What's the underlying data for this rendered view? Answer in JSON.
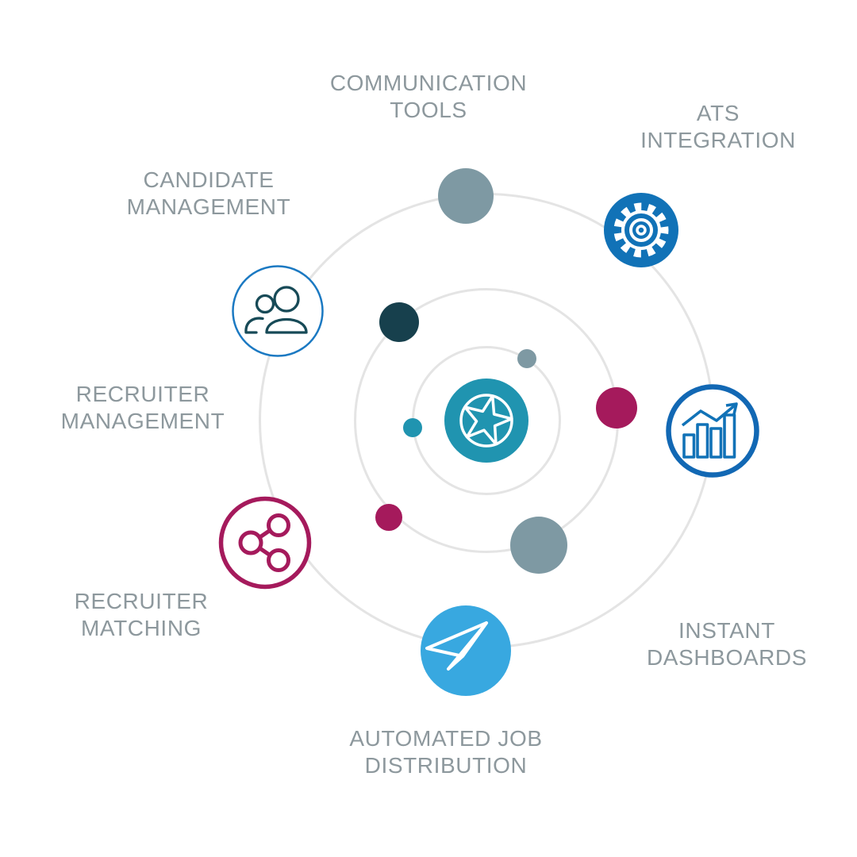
{
  "diagram": {
    "type": "orbital-feature-diagram",
    "background": "#ffffff",
    "center": {
      "icon": "star-in-circle-icon",
      "color": "#2094b0"
    },
    "orbit_ring_count": 3,
    "features": [
      {
        "id": "communication-tools",
        "label": "COMMUNICATION\nTOOLS",
        "icon": "filled-circle-dot",
        "color": "#7e99a3"
      },
      {
        "id": "ats-integration",
        "label": "ATS\nINTEGRATION",
        "icon": "gear-icon",
        "color": "#1172b7"
      },
      {
        "id": "candidate-management",
        "label": "CANDIDATE\nMANAGEMENT",
        "icon": "people-icon",
        "color": "#174a57"
      },
      {
        "id": "recruiter-management",
        "label": "RECRUITER\nMANAGEMENT",
        "icon": "",
        "color": "#8d989d"
      },
      {
        "id": "recruiter-matching",
        "label": "RECRUITER\nMATCHING",
        "icon": "share-icon",
        "color": "#a51a5c"
      },
      {
        "id": "automated-job-distribution",
        "label": "AUTOMATED JOB\nDISTRIBUTION",
        "icon": "paper-plane-icon",
        "color": "#38a8e0"
      },
      {
        "id": "instant-dashboards",
        "label": "INSTANT\nDASHBOARDS",
        "icon": "bar-chart-icon",
        "color": "#1268b4"
      }
    ],
    "colors": {
      "teal": "#2094b0",
      "dark_teal": "#17404d",
      "slate": "#7e99a3",
      "crimson": "#a51a5c",
      "blue": "#1172b7",
      "light_blue": "#38a8e0",
      "ring_gray": "#e4e4e4",
      "label_gray": "#8d989d"
    }
  }
}
